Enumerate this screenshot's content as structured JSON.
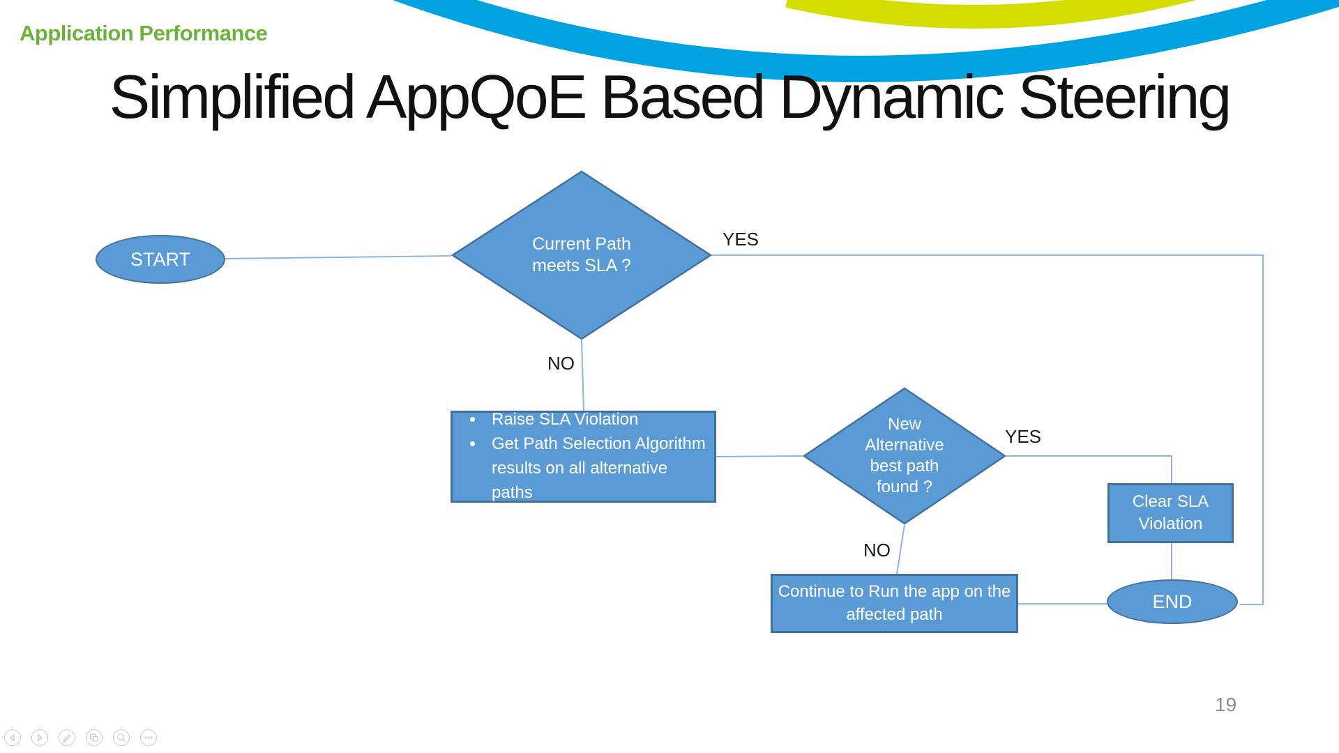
{
  "slide": {
    "kicker": "Application Performance",
    "title": "Simplified AppQoE Based Dynamic Steering",
    "page_number": "19"
  },
  "flowchart": {
    "start": {
      "label": "START"
    },
    "decision1": {
      "lines": [
        "Current Path",
        "meets SLA ?"
      ]
    },
    "process1": {
      "bullets": [
        "Raise SLA Violation",
        "Get Path Selection Algorithm results on all alternative paths"
      ]
    },
    "decision2": {
      "lines": [
        "New",
        "Alternative",
        "best path",
        "found ?"
      ]
    },
    "process2": {
      "lines": [
        "Clear SLA",
        "Violation"
      ]
    },
    "process3": {
      "lines": [
        "Continue to Run the app on the",
        "affected path"
      ]
    },
    "end": {
      "label": "END"
    },
    "edge_labels": {
      "yes1": "YES",
      "no1": "NO",
      "yes2": "YES",
      "no2": "NO"
    }
  },
  "colors": {
    "shape_fill": "#5B9BD5",
    "shape_border": "#41719C",
    "connector": "#8FB4DE",
    "kicker_green": "#6CB33E",
    "swoosh_blue": "#00A3E0",
    "swoosh_yellow": "#D4DC00",
    "page_number_gray": "#8C8C8C",
    "control_gray": "#C9C9C9"
  },
  "controls": {
    "items": [
      "previous-slide",
      "next-slide",
      "pen-tools",
      "see-all-slides",
      "zoom-slide",
      "more-options"
    ]
  }
}
